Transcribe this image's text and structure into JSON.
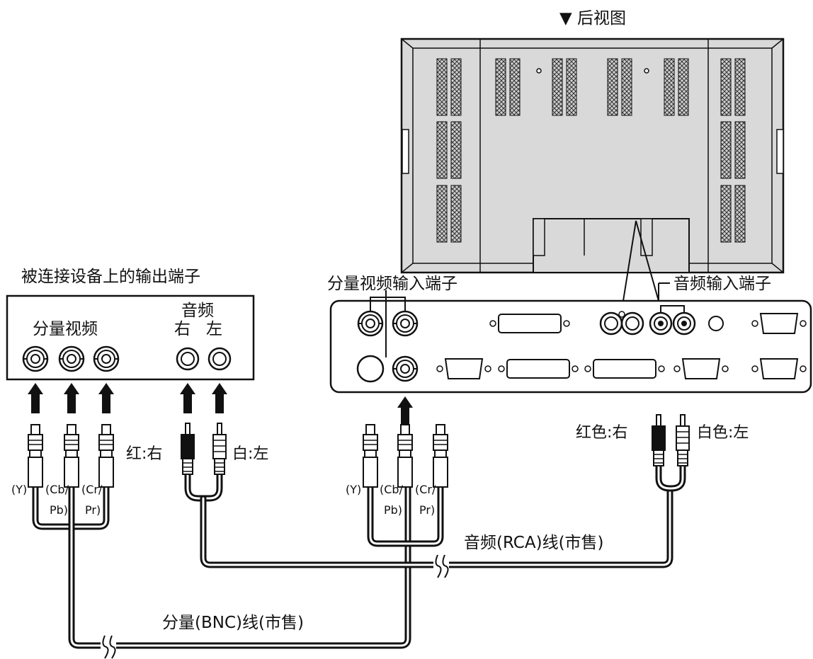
{
  "rear_view": {
    "marker": "▼",
    "title": "后视图"
  },
  "source_device": {
    "title": "被连接设备上的输出端子",
    "component_label": "分量视频",
    "audio_label": "音频",
    "audio_right": "右",
    "audio_left": "左"
  },
  "panel": {
    "component_in": "分量视频输入端子",
    "audio_in": "音频输入端子"
  },
  "left_cables": {
    "red_right": "红:右",
    "white_left": "白:左",
    "y": "(Y)",
    "cb_1": "(Cb/",
    "cb_2": "Pb)",
    "cr_1": "(Cr/",
    "cr_2": "Pr)"
  },
  "right_cables": {
    "red_right": "红色:右",
    "white_left": "白色:左",
    "y": "(Y)",
    "cb_1": "(Cb/",
    "cb_2": "Pb)",
    "cr_1": "(Cr/",
    "cr_2": "Pr)"
  },
  "cables": {
    "audio_cable": "音频(RCA)线(市售)",
    "component_cable": "分量(BNC)线(市售)"
  },
  "colors": {
    "ink": "#111111",
    "panel_fill": "#d9d9d9",
    "background": "#ffffff"
  }
}
